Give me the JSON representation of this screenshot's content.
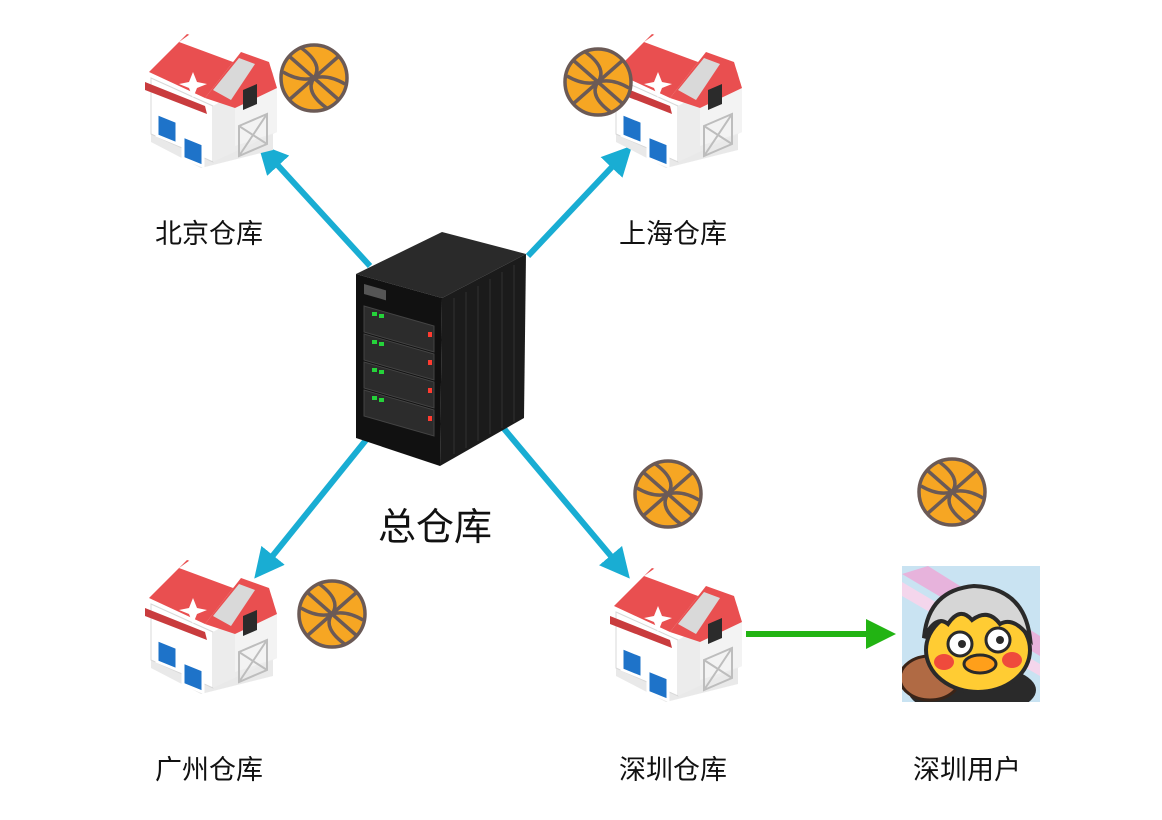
{
  "hub": {
    "label": "总仓库"
  },
  "warehouses": [
    {
      "id": "beijing",
      "label": "北京仓库"
    },
    {
      "id": "shanghai",
      "label": "上海仓库"
    },
    {
      "id": "guangzhou",
      "label": "广州仓库"
    },
    {
      "id": "shenzhen",
      "label": "深圳仓库"
    }
  ],
  "user": {
    "label": "深圳用户"
  },
  "colors": {
    "distribution_arrow": "#19ADD3",
    "delivery_arrow": "#22B413",
    "ball": "#F6A623",
    "roof": "#E94F50"
  },
  "icons": [
    "server-icon",
    "warehouse-icon",
    "basketball-icon",
    "user-avatar-icon"
  ]
}
